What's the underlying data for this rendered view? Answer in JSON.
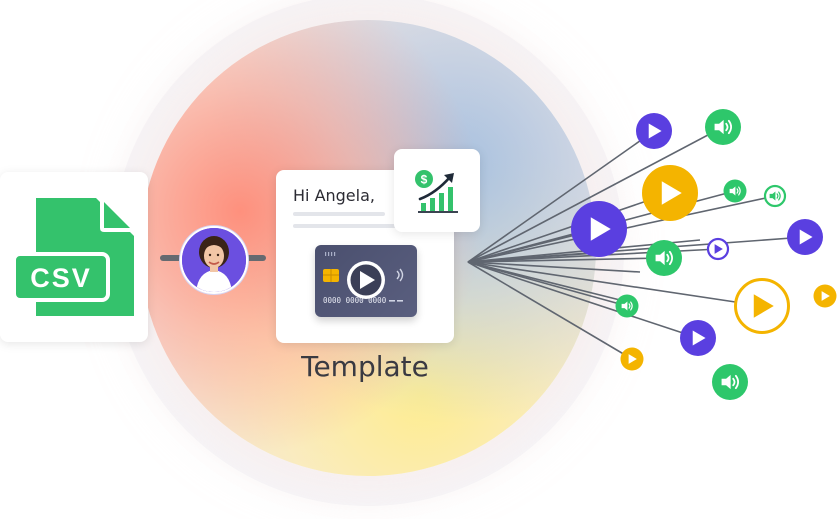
{
  "csv_file": {
    "label": "CSV",
    "color": "#34c26c"
  },
  "template": {
    "greeting": "Hi Angela,",
    "caption": "Template",
    "card_number": "0000 0000 0000",
    "card_color": "#4f5575"
  },
  "icons": {
    "play_large": "play-icon",
    "audio": "speaker-icon",
    "growth": "growth-chart-dollar-icon",
    "avatar": "person-avatar"
  },
  "colors": {
    "purple": "#5a3fe0",
    "green": "#2ec76b",
    "yellow": "#f4b400",
    "accent_green": "#34c26c"
  },
  "fan_outputs": [
    {
      "type": "play",
      "style": "filled",
      "color": "purple",
      "size": "medium"
    },
    {
      "type": "audio",
      "style": "filled",
      "color": "green",
      "size": "medium"
    },
    {
      "type": "play",
      "style": "filled",
      "color": "yellow",
      "size": "large"
    },
    {
      "type": "audio",
      "style": "filled",
      "color": "green",
      "size": "small"
    },
    {
      "type": "audio",
      "style": "outline",
      "color": "green",
      "size": "small"
    },
    {
      "type": "play",
      "style": "filled",
      "color": "purple",
      "size": "large"
    },
    {
      "type": "audio",
      "style": "filled",
      "color": "green",
      "size": "medium"
    },
    {
      "type": "play",
      "style": "outline",
      "color": "purple",
      "size": "small"
    },
    {
      "type": "play",
      "style": "filled",
      "color": "purple",
      "size": "medium"
    },
    {
      "type": "play",
      "style": "outline",
      "color": "yellow",
      "size": "large"
    },
    {
      "type": "play",
      "style": "filled",
      "color": "yellow",
      "size": "small"
    },
    {
      "type": "audio",
      "style": "filled",
      "color": "green",
      "size": "small"
    },
    {
      "type": "play",
      "style": "filled",
      "color": "purple",
      "size": "medium"
    },
    {
      "type": "play",
      "style": "filled",
      "color": "yellow",
      "size": "small"
    },
    {
      "type": "audio",
      "style": "filled",
      "color": "green",
      "size": "medium"
    }
  ]
}
